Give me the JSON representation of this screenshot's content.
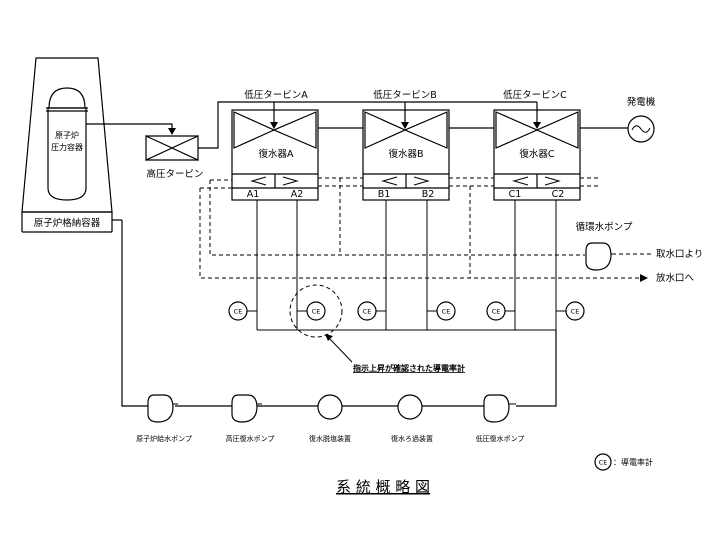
{
  "labels": {
    "reactor": [
      "原子炉",
      "圧力容器"
    ],
    "containment": "原子炉格納容器",
    "hp_turbine": "高圧タービン",
    "lp_turbine_a": "低圧タービンA",
    "lp_turbine_b": "低圧タービンB",
    "lp_turbine_c": "低圧タービンC",
    "generator": "発電機",
    "condenser_a": "復水器A",
    "condenser_b": "復水器B",
    "condenser_c": "復水器C",
    "section_a1": "A1",
    "section_a2": "A2",
    "section_b1": "B1",
    "section_b2": "B2",
    "section_c1": "C1",
    "section_c2": "C2",
    "circ_pump": "循環水ポンプ",
    "intake": "取水口より",
    "discharge": "放水口へ",
    "ce_symbol": "CE",
    "callout": "指示上昇が確認された導電率計",
    "feed_pump": "原子炉給水ポンプ",
    "hp_cond_pump": "高圧復水ポンプ",
    "demineralizer": "復水脱塩装置",
    "filter": "復水ろ過装置",
    "lp_cond_pump": "低圧復水ポンプ",
    "legend_symbol": "CE",
    "legend_text": "：導電率計",
    "title": "系 統 概 略 図"
  }
}
